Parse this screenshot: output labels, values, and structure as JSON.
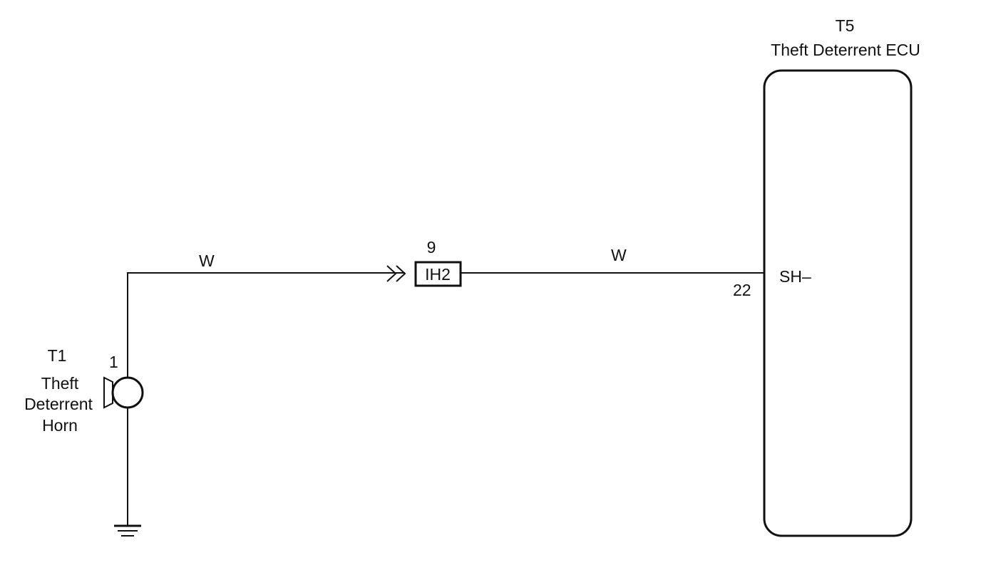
{
  "ecu": {
    "id": "T5",
    "name": "Theft Deterrent ECU",
    "terminal_label": "SH–",
    "pin": "22"
  },
  "horn": {
    "id": "T1",
    "name_line1": "Theft",
    "name_line2": "Deterrent",
    "name_line3": "Horn",
    "pin": "1"
  },
  "connector": {
    "label": "IH2",
    "pin": "9"
  },
  "wires": {
    "left_color": "W",
    "right_color": "W"
  },
  "colors": {
    "ink": "#111111",
    "background": "#ffffff"
  }
}
